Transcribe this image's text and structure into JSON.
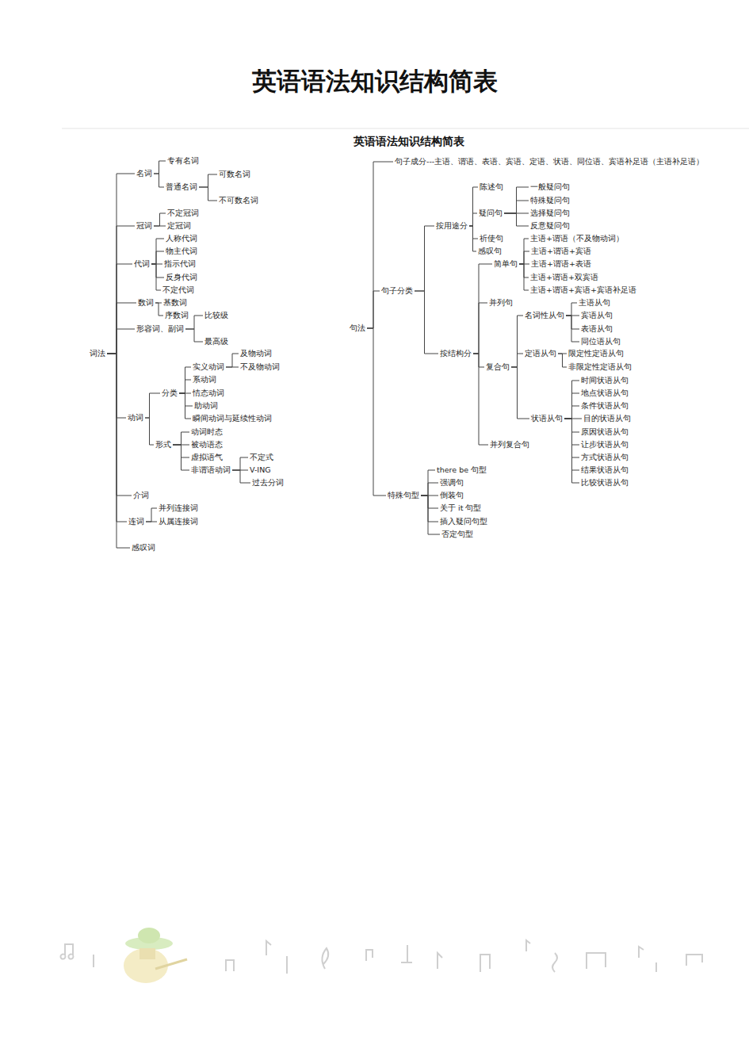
{
  "diagram": {
    "title": "英语语法知识结构简表",
    "nodes": [
      {
        "text": [
          "词法"
        ]
      },
      {
        "text": [
          "名词"
        ]
      },
      {
        "text": [
          "专有名词"
        ]
      },
      {
        "text": [
          "普通名词"
        ]
      },
      {
        "text": [
          "可数名词"
        ]
      },
      {
        "text": [
          "不可数名词"
        ]
      },
      {
        "text": [
          "冠词"
        ]
      },
      {
        "text": [
          "不定冠词"
        ]
      },
      {
        "text": [
          "定冠词"
        ]
      },
      {
        "text": [
          "代词"
        ]
      },
      {
        "text": [
          "人称代词"
        ]
      },
      {
        "text": [
          "物主代词"
        ]
      },
      {
        "text": [
          "指示代词"
        ]
      },
      {
        "text": [
          "反身代词"
        ]
      },
      {
        "text": [
          "不定代词"
        ]
      },
      {
        "text": [
          "数词"
        ]
      },
      {
        "text": [
          "基数词"
        ]
      },
      {
        "text": [
          "序数词"
        ]
      },
      {
        "text": [
          "形容词、副词"
        ]
      },
      {
        "text": [
          "比较级"
        ]
      },
      {
        "text": [
          "最高级"
        ]
      },
      {
        "text": [
          "动词"
        ]
      },
      {
        "text": [
          "分类"
        ]
      },
      {
        "text": [
          "实义动词"
        ]
      },
      {
        "text": [
          "及物动词"
        ]
      },
      {
        "text": [
          "不及物动词"
        ]
      },
      {
        "text": [
          "系动词"
        ]
      },
      {
        "text": [
          "情态动词"
        ]
      },
      {
        "text": [
          "助动词"
        ]
      },
      {
        "text": [
          "瞬间动词与延续性动词"
        ]
      },
      {
        "text": [
          "形式"
        ]
      },
      {
        "text": [
          "动词时态"
        ]
      },
      {
        "text": [
          "被动语态"
        ]
      },
      {
        "text": [
          "虚拟语气"
        ]
      },
      {
        "text": [
          "非谓语动词"
        ]
      },
      {
        "text": [
          "不定式"
        ]
      },
      {
        "text": [
          "V-ING"
        ]
      },
      {
        "text": [
          "过去分词"
        ]
      },
      {
        "text": [
          "介词"
        ]
      },
      {
        "text": [
          "连词"
        ]
      },
      {
        "text": [
          "并列连接词"
        ]
      },
      {
        "text": [
          "从属连接词"
        ]
      },
      {
        "text": [
          "感叹词"
        ]
      },
      {
        "text": [
          "句法"
        ]
      },
      {
        "text": [
          "句子成分---主语、谓语、表语、宾语、定语、状语、同位语、宾语补足语（主语补足语）"
        ]
      },
      {
        "text": [
          "句子分类"
        ]
      },
      {
        "text": [
          "按用途分"
        ]
      },
      {
        "text": [
          "陈述句"
        ]
      },
      {
        "text": [
          "疑问句"
        ]
      },
      {
        "text": [
          "一般疑问句"
        ]
      },
      {
        "text": [
          "特殊疑问句"
        ]
      },
      {
        "text": [
          "选择疑问句"
        ]
      },
      {
        "text": [
          "反意疑问句"
        ]
      },
      {
        "text": [
          "祈使句"
        ]
      },
      {
        "text": [
          "感叹句"
        ]
      },
      {
        "text": [
          "按结构分"
        ]
      },
      {
        "text": [
          "简单句"
        ]
      },
      {
        "text": [
          "主语+谓语（不及物动词）"
        ]
      },
      {
        "text": [
          "主语+谓语+宾语"
        ]
      },
      {
        "text": [
          "主语+谓语+表语"
        ]
      },
      {
        "text": [
          "主语+谓语+双宾语"
        ]
      },
      {
        "text": [
          "主语+谓语+宾语+宾语补足语"
        ]
      },
      {
        "text": [
          "并列句"
        ]
      },
      {
        "text": [
          "复合句"
        ]
      },
      {
        "text": [
          "名词性从句"
        ]
      },
      {
        "text": [
          "主语从句"
        ]
      },
      {
        "text": [
          "宾语从句"
        ]
      },
      {
        "text": [
          "表语从句"
        ]
      },
      {
        "text": [
          "同位语从句"
        ]
      },
      {
        "text": [
          "定语从句"
        ]
      },
      {
        "text": [
          "限定性定语从句"
        ]
      },
      {
        "text": [
          "非限定性定语从句"
        ]
      },
      {
        "text": [
          "状语从句"
        ]
      },
      {
        "text": [
          "时间状语从句"
        ]
      },
      {
        "text": [
          "地点状语从句"
        ]
      },
      {
        "text": [
          "条件状语从句"
        ]
      },
      {
        "text": [
          "目的状语从句"
        ]
      },
      {
        "text": [
          "原因状语从句"
        ]
      },
      {
        "text": [
          "让步状语从句"
        ]
      },
      {
        "text": [
          "方式状语从句"
        ]
      },
      {
        "text": [
          "结果状语从句"
        ]
      },
      {
        "text": [
          "比较状语从句"
        ]
      },
      {
        "text": [
          "并列复合句"
        ]
      },
      {
        "text": [
          "特殊句型"
        ]
      },
      {
        "text": [
          "there be  句型"
        ]
      },
      {
        "text": [
          "强调句"
        ]
      },
      {
        "text": [
          "倒装句"
        ]
      },
      {
        "text": [
          "关于 it 句型"
        ]
      },
      {
        "text": [
          "插入疑问句型"
        ]
      },
      {
        "text": [
          "否定句型"
        ]
      }
    ],
    "edges": [
      {
        "from": 0,
        "to": 1,
        "arrow": "none"
      },
      {
        "from": 0,
        "to": 6,
        "arrow": "none"
      },
      {
        "from": 0,
        "to": 9,
        "arrow": "none"
      },
      {
        "from": 0,
        "to": 15,
        "arrow": "none"
      },
      {
        "from": 0,
        "to": 18,
        "arrow": "none"
      },
      {
        "from": 0,
        "to": 21,
        "arrow": "none"
      },
      {
        "from": 0,
        "to": 38,
        "arrow": "none"
      },
      {
        "from": 0,
        "to": 39,
        "arrow": "none"
      },
      {
        "from": 0,
        "to": 42,
        "arrow": "none"
      },
      {
        "from": 1,
        "to": 2,
        "arrow": "none"
      },
      {
        "from": 1,
        "to": 3,
        "arrow": "none"
      },
      {
        "from": 3,
        "to": 4,
        "arrow": "none"
      },
      {
        "from": 3,
        "to": 5,
        "arrow": "none"
      },
      {
        "from": 6,
        "to": 7,
        "arrow": "none"
      },
      {
        "from": 6,
        "to": 8,
        "arrow": "none"
      },
      {
        "from": 9,
        "to": 10,
        "arrow": "none"
      },
      {
        "from": 9,
        "to": 11,
        "arrow": "none"
      },
      {
        "from": 9,
        "to": 12,
        "arrow": "none"
      },
      {
        "from": 9,
        "to": 13,
        "arrow": "none"
      },
      {
        "from": 9,
        "to": 14,
        "arrow": "none"
      },
      {
        "from": 15,
        "to": 16,
        "arrow": "none"
      },
      {
        "from": 15,
        "to": 17,
        "arrow": "none"
      },
      {
        "from": 18,
        "to": 19,
        "arrow": "none"
      },
      {
        "from": 18,
        "to": 20,
        "arrow": "none"
      },
      {
        "from": 21,
        "to": 22,
        "arrow": "none"
      },
      {
        "from": 21,
        "to": 30,
        "arrow": "none"
      },
      {
        "from": 22,
        "to": 23,
        "arrow": "none"
      },
      {
        "from": 22,
        "to": 26,
        "arrow": "none"
      },
      {
        "from": 22,
        "to": 27,
        "arrow": "none"
      },
      {
        "from": 22,
        "to": 28,
        "arrow": "none"
      },
      {
        "from": 22,
        "to": 29,
        "arrow": "none"
      },
      {
        "from": 23,
        "to": 24,
        "arrow": "none"
      },
      {
        "from": 23,
        "to": 25,
        "arrow": "none"
      },
      {
        "from": 30,
        "to": 31,
        "arrow": "none"
      },
      {
        "from": 30,
        "to": 32,
        "arrow": "none"
      },
      {
        "from": 30,
        "to": 33,
        "arrow": "none"
      },
      {
        "from": 30,
        "to": 34,
        "arrow": "none"
      },
      {
        "from": 34,
        "to": 35,
        "arrow": "none"
      },
      {
        "from": 34,
        "to": 36,
        "arrow": "none"
      },
      {
        "from": 34,
        "to": 37,
        "arrow": "none"
      },
      {
        "from": 39,
        "to": 40,
        "arrow": "none"
      },
      {
        "from": 39,
        "to": 41,
        "arrow": "none"
      },
      {
        "from": 43,
        "to": 44,
        "arrow": "none"
      },
      {
        "from": 43,
        "to": 45,
        "arrow": "none"
      },
      {
        "from": 43,
        "to": 83,
        "arrow": "none"
      },
      {
        "from": 45,
        "to": 46,
        "arrow": "none"
      },
      {
        "from": 45,
        "to": 55,
        "arrow": "none"
      },
      {
        "from": 46,
        "to": 47,
        "arrow": "none"
      },
      {
        "from": 46,
        "to": 48,
        "arrow": "none"
      },
      {
        "from": 46,
        "to": 53,
        "arrow": "none"
      },
      {
        "from": 46,
        "to": 54,
        "arrow": "none"
      },
      {
        "from": 48,
        "to": 49,
        "arrow": "none"
      },
      {
        "from": 48,
        "to": 50,
        "arrow": "none"
      },
      {
        "from": 48,
        "to": 51,
        "arrow": "none"
      },
      {
        "from": 48,
        "to": 52,
        "arrow": "none"
      },
      {
        "from": 55,
        "to": 56,
        "arrow": "none"
      },
      {
        "from": 55,
        "to": 62,
        "arrow": "none"
      },
      {
        "from": 55,
        "to": 63,
        "arrow": "none"
      },
      {
        "from": 55,
        "to": 82,
        "arrow": "none"
      },
      {
        "from": 56,
        "to": 57,
        "arrow": "none"
      },
      {
        "from": 56,
        "to": 58,
        "arrow": "none"
      },
      {
        "from": 56,
        "to": 59,
        "arrow": "none"
      },
      {
        "from": 56,
        "to": 60,
        "arrow": "none"
      },
      {
        "from": 56,
        "to": 61,
        "arrow": "none"
      },
      {
        "from": 63,
        "to": 64,
        "arrow": "none"
      },
      {
        "from": 63,
        "to": 69,
        "arrow": "none"
      },
      {
        "from": 63,
        "to": 72,
        "arrow": "none"
      },
      {
        "from": 64,
        "to": 65,
        "arrow": "none"
      },
      {
        "from": 64,
        "to": 66,
        "arrow": "none"
      },
      {
        "from": 64,
        "to": 67,
        "arrow": "none"
      },
      {
        "from": 64,
        "to": 68,
        "arrow": "none"
      },
      {
        "from": 69,
        "to": 70,
        "arrow": "none"
      },
      {
        "from": 69,
        "to": 71,
        "arrow": "none"
      },
      {
        "from": 72,
        "to": 73,
        "arrow": "none"
      },
      {
        "from": 72,
        "to": 74,
        "arrow": "none"
      },
      {
        "from": 72,
        "to": 75,
        "arrow": "none"
      },
      {
        "from": 72,
        "to": 76,
        "arrow": "none"
      },
      {
        "from": 72,
        "to": 77,
        "arrow": "none"
      },
      {
        "from": 72,
        "to": 78,
        "arrow": "none"
      },
      {
        "from": 72,
        "to": 79,
        "arrow": "none"
      },
      {
        "from": 72,
        "to": 80,
        "arrow": "none"
      },
      {
        "from": 72,
        "to": 81,
        "arrow": "none"
      },
      {
        "from": 83,
        "to": 84,
        "arrow": "none"
      },
      {
        "from": 83,
        "to": 85,
        "arrow": "none"
      },
      {
        "from": 83,
        "to": 86,
        "arrow": "none"
      },
      {
        "from": 83,
        "to": 87,
        "arrow": "none"
      },
      {
        "from": 83,
        "to": 88,
        "arrow": "none"
      },
      {
        "from": 83,
        "to": 89,
        "arrow": "none"
      }
    ],
    "labels": [
      "英语语法知识结构简表"
    ]
  }
}
